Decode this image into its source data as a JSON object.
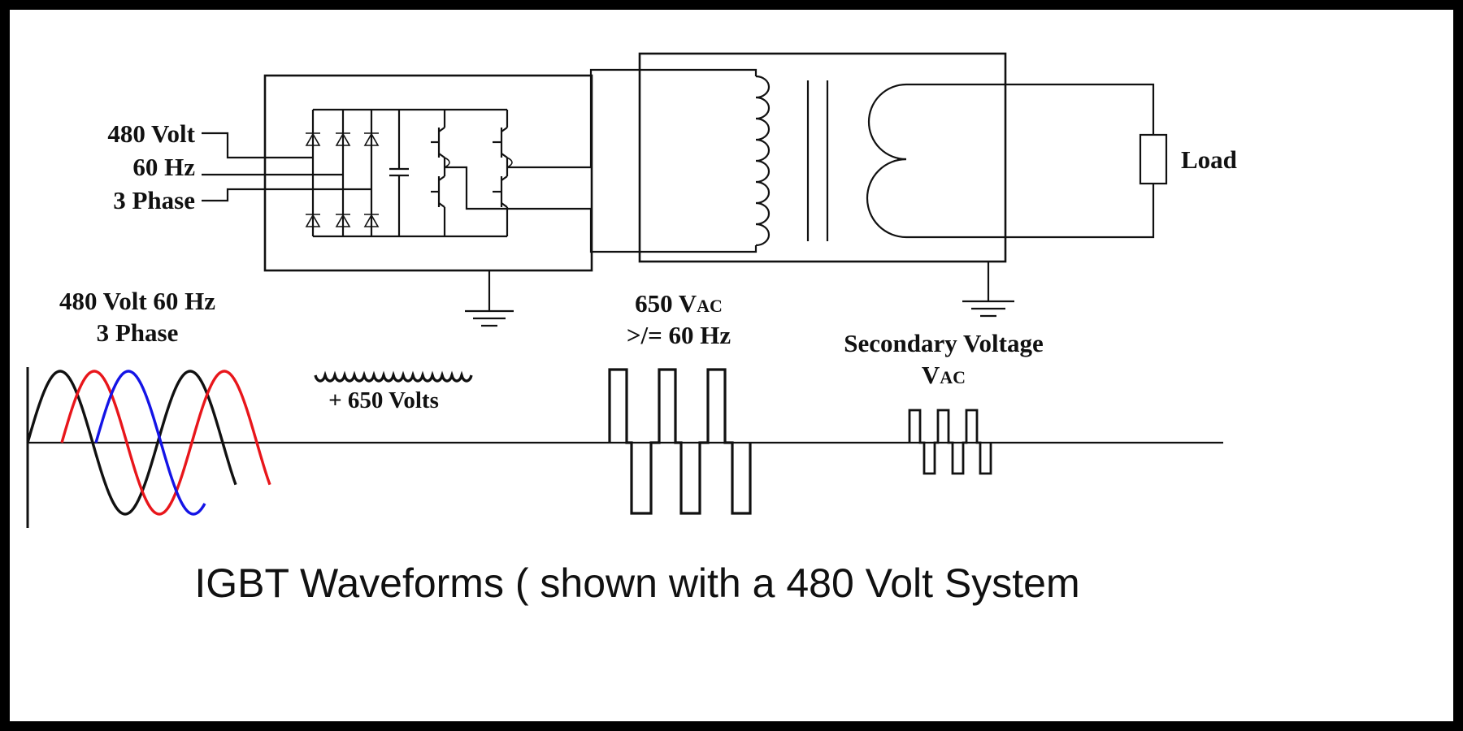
{
  "labels": {
    "input_lines": [
      "480 Volt",
      "60 Hz",
      "3 Phase"
    ],
    "load": "Load",
    "input_wave_lines": [
      "480 Volt 60 Hz",
      "3 Phase"
    ],
    "dc_bus": "+ 650 Volts",
    "pwm_lines": [
      "650 V",
      "AC",
      ">/= 60 Hz"
    ],
    "secondary_lines": [
      "Secondary Voltage",
      "V",
      "AC"
    ]
  },
  "caption": "IGBT Waveforms ( shown with a 480 Volt System",
  "colors": {
    "frame": "#000000",
    "background": "#ffffff",
    "ink": "#111111",
    "phase_a": "#111111",
    "phase_b": "#e8161b",
    "phase_c": "#1414e6"
  }
}
